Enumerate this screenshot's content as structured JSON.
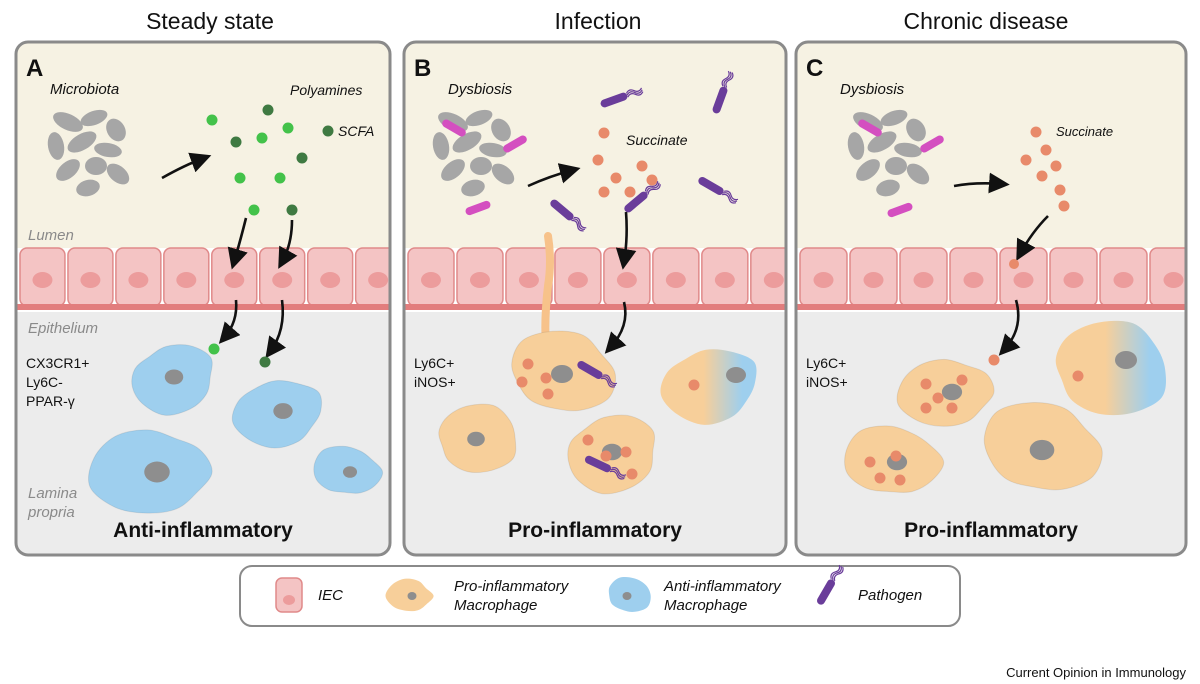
{
  "columns": [
    {
      "title": "Steady state"
    },
    {
      "title": "Infection"
    },
    {
      "title": "Chronic disease"
    }
  ],
  "panels": [
    {
      "letter": "A",
      "source_label": "Microbiota",
      "metabolite_labels": [
        "Polyamines",
        "SCFA"
      ],
      "cell_markers": [
        "CX3CR1+",
        "Ly6C-",
        "PPAR-γ"
      ],
      "state_label": "Anti-inflammatory"
    },
    {
      "letter": "B",
      "source_label": "Dysbiosis",
      "metabolite_labels": [
        "Succinate"
      ],
      "cell_markers": [
        "Ly6C+",
        "iNOS+"
      ],
      "state_label": "Pro-inflammatory"
    },
    {
      "letter": "C",
      "source_label": "Dysbiosis",
      "metabolite_labels": [
        "Succinate"
      ],
      "cell_markers": [
        "Ly6C+",
        "iNOS+"
      ],
      "state_label": "Pro-inflammatory"
    }
  ],
  "layers": {
    "lumen": "Lumen",
    "epithelium": "Epithelium",
    "lamina_line1": "Lamina",
    "lamina_line2": "propria"
  },
  "legend": {
    "items": [
      {
        "label": "IEC",
        "icon": "iec-cell-icon"
      },
      {
        "label_line1": "Pro-inflammatory",
        "label_line2": "Macrophage",
        "icon": "pro-inflammatory-macrophage-icon"
      },
      {
        "label_line1": "Anti-inflammatory",
        "label_line2": "Macrophage",
        "icon": "anti-inflammatory-macrophage-icon"
      },
      {
        "label": "Pathogen",
        "icon": "pathogen-icon"
      }
    ]
  },
  "credit": "Current Opinion in Immunology",
  "colors": {
    "lumen_bg": "#f6f2e3",
    "lamina_bg": "#ececec",
    "iec_fill": "#f4c4c4",
    "iec_border": "#e08a8a",
    "iec_nucleus": "#ec9c9c",
    "anti_macrophage": "#9ecfee",
    "pro_macrophage": "#f7cf9a",
    "nucleus": "#8e8e8e",
    "green_light": "#43c24a",
    "green_dark": "#3f7a42",
    "succinate": "#e88a6a",
    "pathogen": "#6a3d9a",
    "commensal_pink": "#d44fc0",
    "microbe_gray": "#a6a6a6"
  }
}
